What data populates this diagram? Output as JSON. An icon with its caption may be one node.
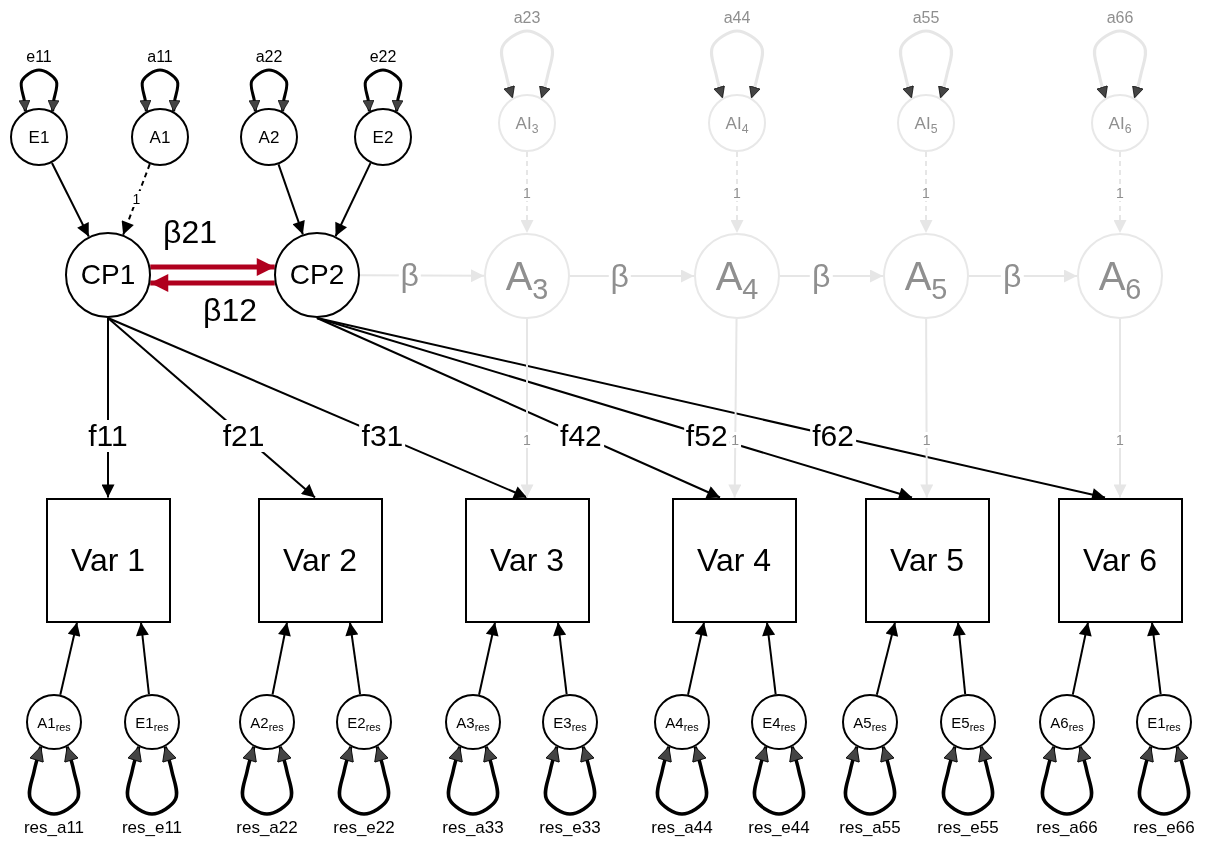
{
  "diagram": {
    "nodes": [
      {
        "text": [
          "E1"
        ]
      },
      {
        "text": [
          "A1"
        ]
      },
      {
        "text": [
          "A2"
        ]
      },
      {
        "text": [
          "E2"
        ]
      },
      {
        "text": [
          "AI$_{3}$"
        ]
      },
      {
        "text": [
          "AI$_{4}$"
        ]
      },
      {
        "text": [
          "AI$_{5}$"
        ]
      },
      {
        "text": [
          "AI$_{6}$"
        ]
      },
      {
        "text": [
          "CP1"
        ]
      },
      {
        "text": [
          "CP2"
        ]
      },
      {
        "text": [
          "A$_{3}$"
        ]
      },
      {
        "text": [
          "A$_{4}$"
        ]
      },
      {
        "text": [
          "A$_{5}$"
        ]
      },
      {
        "text": [
          "A$_{6}$"
        ]
      },
      {
        "text": [
          "Var 1"
        ]
      },
      {
        "text": [
          "Var 2"
        ]
      },
      {
        "text": [
          "Var 3"
        ]
      },
      {
        "text": [
          "Var 4"
        ]
      },
      {
        "text": [
          "Var 5"
        ]
      },
      {
        "text": [
          "Var 6"
        ]
      },
      {
        "text": [
          "A1$_{res}$"
        ]
      },
      {
        "text": [
          "E1$_{res}$"
        ]
      },
      {
        "text": [
          "A2$_{res}$"
        ]
      },
      {
        "text": [
          "E2$_{res}$"
        ]
      },
      {
        "text": [
          "A3$_{res}$"
        ]
      },
      {
        "text": [
          "E3$_{res}$"
        ]
      },
      {
        "text": [
          "A4$_{res}$"
        ]
      },
      {
        "text": [
          "E4$_{res}$"
        ]
      },
      {
        "text": [
          "A5$_{res}$"
        ]
      },
      {
        "text": [
          "E5$_{res}$"
        ]
      },
      {
        "text": [
          "A6$_{res}$"
        ]
      },
      {
        "text": [
          "E1$_{res}$"
        ]
      }
    ],
    "edges": [
      {
        "from": 0,
        "to": 0,
        "arrow": "both",
        "label": "e11"
      },
      {
        "from": 1,
        "to": 1,
        "arrow": "both",
        "label": "a11"
      },
      {
        "from": 2,
        "to": 2,
        "arrow": "both",
        "label": "a22"
      },
      {
        "from": 3,
        "to": 3,
        "arrow": "both",
        "label": "e22"
      },
      {
        "from": 4,
        "to": 4,
        "arrow": "both",
        "label": "a23",
        "color": "#e6e6e6"
      },
      {
        "from": 5,
        "to": 5,
        "arrow": "both",
        "label": "a44",
        "color": "#e6e6e6"
      },
      {
        "from": 6,
        "to": 6,
        "arrow": "both",
        "label": "a55",
        "color": "#e6e6e6"
      },
      {
        "from": 7,
        "to": 7,
        "arrow": "both",
        "label": "a66",
        "color": "#e6e6e6"
      },
      {
        "from": 0,
        "to": 8,
        "arrow": "to"
      },
      {
        "from": 1,
        "to": 8,
        "arrow": "to",
        "label": "1",
        "style": "dashed"
      },
      {
        "from": 2,
        "to": 9,
        "arrow": "to"
      },
      {
        "from": 3,
        "to": 9,
        "arrow": "to"
      },
      {
        "from": 8,
        "to": 9,
        "arrow": "to",
        "label": "β21",
        "style": "thick",
        "color": "#b0001e"
      },
      {
        "from": 9,
        "to": 8,
        "arrow": "to",
        "label": "β12",
        "style": "thick",
        "color": "#b0001e"
      },
      {
        "from": 4,
        "to": 10,
        "arrow": "to",
        "label": "1",
        "style": "dashed",
        "color": "#e6e6e6"
      },
      {
        "from": 5,
        "to": 11,
        "arrow": "to",
        "label": "1",
        "style": "dashed",
        "color": "#e6e6e6"
      },
      {
        "from": 6,
        "to": 12,
        "arrow": "to",
        "label": "1",
        "style": "dashed",
        "color": "#e6e6e6"
      },
      {
        "from": 7,
        "to": 13,
        "arrow": "to",
        "label": "1",
        "style": "dashed",
        "color": "#e6e6e6"
      },
      {
        "from": 9,
        "to": 10,
        "arrow": "to",
        "label": "β",
        "color": "#e6e6e6"
      },
      {
        "from": 10,
        "to": 11,
        "arrow": "to",
        "label": "β",
        "color": "#e6e6e6"
      },
      {
        "from": 11,
        "to": 12,
        "arrow": "to",
        "label": "β",
        "color": "#e6e6e6"
      },
      {
        "from": 12,
        "to": 13,
        "arrow": "to",
        "label": "β",
        "color": "#e6e6e6"
      },
      {
        "from": 8,
        "to": 14,
        "arrow": "to",
        "label": "f11"
      },
      {
        "from": 8,
        "to": 15,
        "arrow": "to",
        "label": "f21"
      },
      {
        "from": 8,
        "to": 16,
        "arrow": "to",
        "label": "f31"
      },
      {
        "from": 9,
        "to": 17,
        "arrow": "to",
        "label": "f42"
      },
      {
        "from": 9,
        "to": 18,
        "arrow": "to",
        "label": "f52"
      },
      {
        "from": 9,
        "to": 19,
        "arrow": "to",
        "label": "f62"
      },
      {
        "from": 10,
        "to": 16,
        "arrow": "to",
        "label": "1",
        "color": "#e6e6e6"
      },
      {
        "from": 11,
        "to": 17,
        "arrow": "to",
        "label": "1",
        "color": "#e6e6e6"
      },
      {
        "from": 12,
        "to": 18,
        "arrow": "to",
        "label": "1",
        "color": "#e6e6e6"
      },
      {
        "from": 13,
        "to": 19,
        "arrow": "to",
        "label": "1",
        "color": "#e6e6e6"
      },
      {
        "from": 20,
        "to": 14,
        "arrow": "to"
      },
      {
        "from": 21,
        "to": 14,
        "arrow": "to"
      },
      {
        "from": 22,
        "to": 15,
        "arrow": "to"
      },
      {
        "from": 23,
        "to": 15,
        "arrow": "to"
      },
      {
        "from": 24,
        "to": 16,
        "arrow": "to"
      },
      {
        "from": 25,
        "to": 16,
        "arrow": "to"
      },
      {
        "from": 26,
        "to": 17,
        "arrow": "to"
      },
      {
        "from": 27,
        "to": 17,
        "arrow": "to"
      },
      {
        "from": 28,
        "to": 18,
        "arrow": "to"
      },
      {
        "from": 29,
        "to": 18,
        "arrow": "to"
      },
      {
        "from": 30,
        "to": 19,
        "arrow": "to"
      },
      {
        "from": 31,
        "to": 19,
        "arrow": "to"
      },
      {
        "from": 20,
        "to": 20,
        "arrow": "both",
        "label": "res_a11"
      },
      {
        "from": 21,
        "to": 21,
        "arrow": "both",
        "label": "res_e11"
      },
      {
        "from": 22,
        "to": 22,
        "arrow": "both",
        "label": "res_a22"
      },
      {
        "from": 23,
        "to": 23,
        "arrow": "both",
        "label": "res_e22"
      },
      {
        "from": 24,
        "to": 24,
        "arrow": "both",
        "label": "res_a33"
      },
      {
        "from": 25,
        "to": 25,
        "arrow": "both",
        "label": "res_e33"
      },
      {
        "from": 26,
        "to": 26,
        "arrow": "both",
        "label": "res_a44"
      },
      {
        "from": 27,
        "to": 27,
        "arrow": "both",
        "label": "res_e44"
      },
      {
        "from": 28,
        "to": 28,
        "arrow": "both",
        "label": "res_a55"
      },
      {
        "from": 29,
        "to": 29,
        "arrow": "both",
        "label": "res_e55"
      },
      {
        "from": 30,
        "to": 30,
        "arrow": "both",
        "label": "res_a66"
      },
      {
        "from": 31,
        "to": 31,
        "arrow": "both",
        "label": "res_e66"
      }
    ]
  }
}
